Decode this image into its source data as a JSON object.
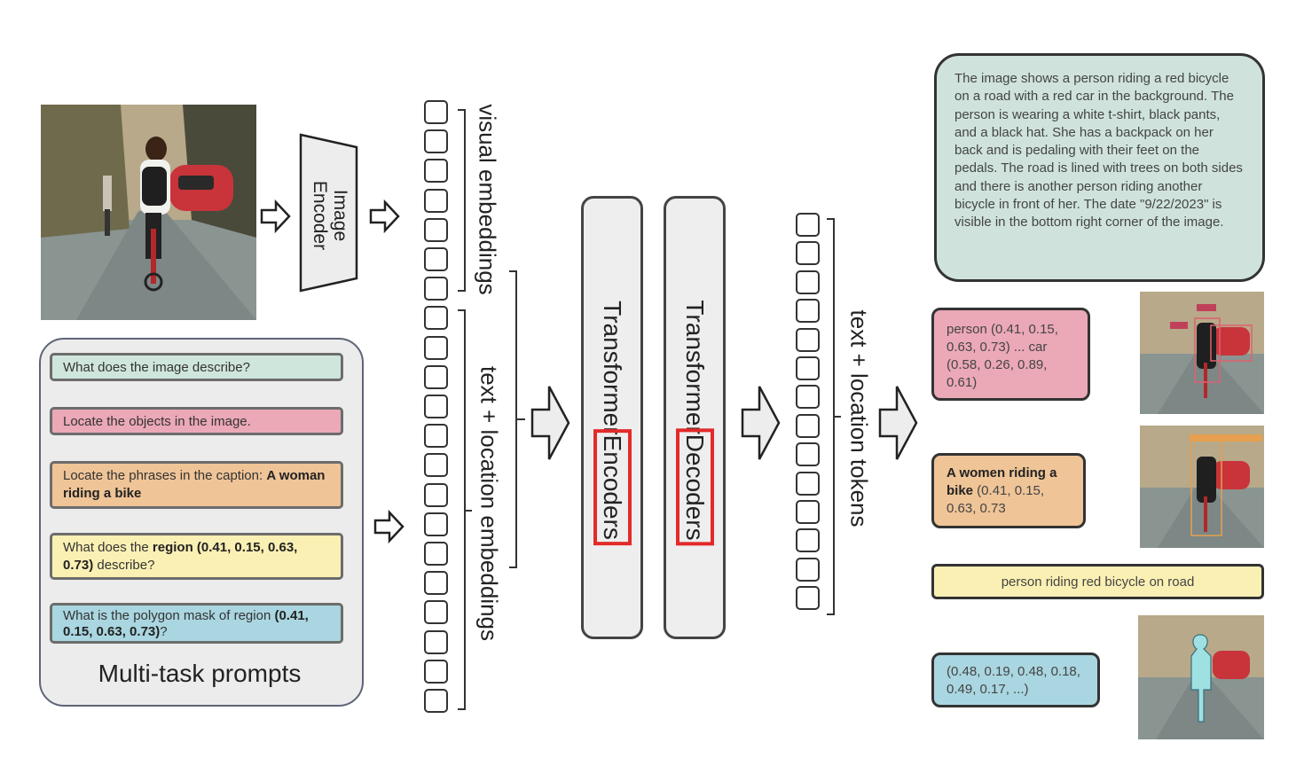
{
  "image_encoder": {
    "label": "Image\nEncoder"
  },
  "prompts": {
    "title": "Multi-task prompts",
    "items": [
      {
        "text": "What does the image describe?",
        "color": "#cfe6dc"
      },
      {
        "text": "Locate the objects in the image.",
        "color": "#eba8b6"
      },
      {
        "text_before": "Locate the phrases in the caption: ",
        "bold": "A woman riding a bike",
        "color": "#efc497"
      },
      {
        "text_before": "What does the ",
        "bold": "region (0.41, 0.15, 0.63, 0.73)",
        "text_after": " describe?",
        "color": "#fbf0b4"
      },
      {
        "text_before": "What is the polygon mask of region ",
        "bold": "(0.41, 0.15, 0.63, 0.73)",
        "text_after": "?",
        "color": "#a9d6e0"
      }
    ]
  },
  "embeddings": {
    "visual_label": "visual embeddings",
    "text_label": "text + location embeddings"
  },
  "transformer": {
    "encoder_prefix": "Transformer",
    "encoder_highlight": "Encoders",
    "decoder_prefix": "Transformer",
    "decoder_highlight": "Decoders",
    "highlight_color": "#e32a2a"
  },
  "tokens": {
    "label": "text + location tokens"
  },
  "outputs": {
    "caption": "The image shows a person riding a red bicycle on a road with a red car in the background. The person is wearing a white t-shirt, black pants, and a black hat. She has a backpack on her back and is pedaling with their feet on the pedals. The road is lined with trees on both sides and there is another person riding another bicycle in front of her. The date \"9/22/2023\" is visible in the bottom right corner of the image.",
    "detection": "person (0.41, 0.15, 0.63, 0.73) ... car (0.58, 0.26, 0.89, 0.61)",
    "grounding_bold": "A women riding a bike",
    "grounding_rest": " (0.41, 0.15, 0.63, 0.73",
    "region_caption": "person riding red bicycle on road",
    "polygon": "(0.48, 0.19, 0.48, 0.18, 0.49, 0.17, ...)"
  },
  "colors": {
    "caption_bg": "#cfe3dc",
    "detection_bg": "#eba8b6",
    "grounding_bg": "#efc497",
    "region_bg": "#fbf0b4",
    "polygon_bg": "#a9d6e0"
  }
}
